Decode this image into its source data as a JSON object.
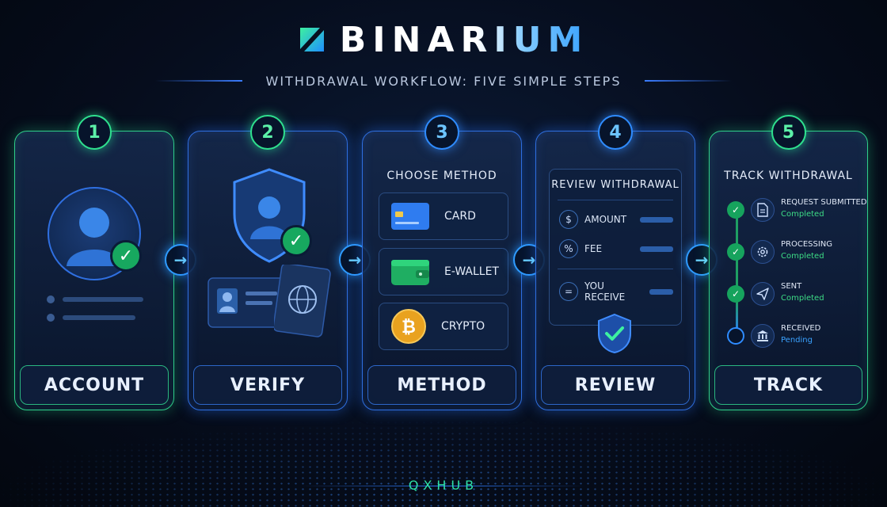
{
  "header": {
    "brand": "BINARIUM",
    "subtitle": "WITHDRAWAL WORKFLOW: FIVE SIMPLE STEPS"
  },
  "steps": [
    {
      "number": "1",
      "label": "ACCOUNT"
    },
    {
      "number": "2",
      "label": "VERIFY"
    },
    {
      "number": "3",
      "label": "METHOD"
    },
    {
      "number": "4",
      "label": "REVIEW"
    },
    {
      "number": "5",
      "label": "TRACK"
    }
  ],
  "method": {
    "title": "CHOOSE METHOD",
    "options": [
      "CARD",
      "E-WALLET",
      "CRYPTO"
    ]
  },
  "review": {
    "title": "REVIEW WITHDRAWAL",
    "rows": [
      {
        "icon": "$",
        "label": "AMOUNT"
      },
      {
        "icon": "%",
        "label": "FEE"
      },
      {
        "icon": "=",
        "label": "YOU RECEIVE"
      }
    ]
  },
  "track": {
    "title": "TRACK WITHDRAWAL",
    "items": [
      {
        "name": "REQUEST SUBMITTED",
        "status": "Completed"
      },
      {
        "name": "PROCESSING",
        "status": "Completed"
      },
      {
        "name": "SENT",
        "status": "Completed"
      },
      {
        "name": "RECEIVED",
        "status": "Pending"
      }
    ]
  },
  "footer": "QXHUB",
  "colors": {
    "accent_blue": "#2f8cff",
    "accent_green": "#2fe08e",
    "background": "#060d1d"
  }
}
